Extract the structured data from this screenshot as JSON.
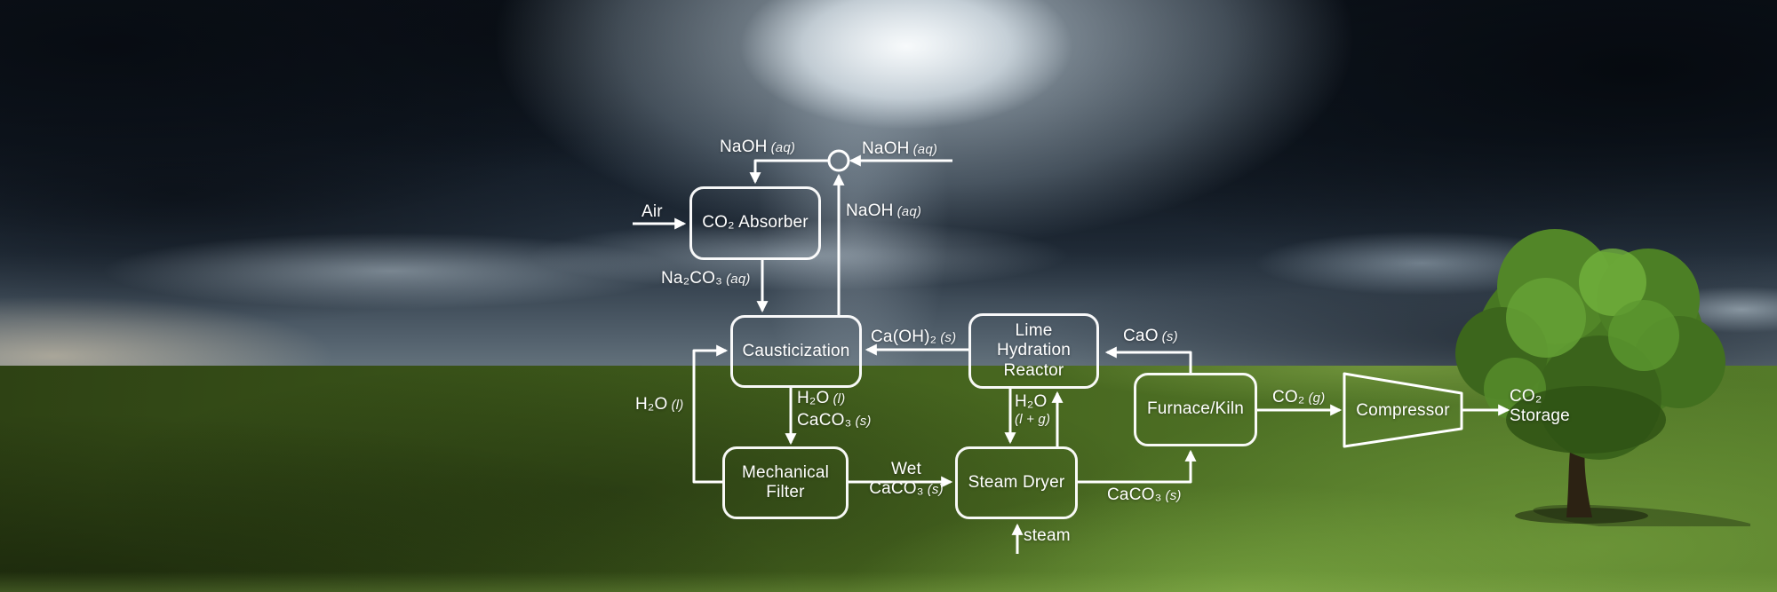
{
  "colors": {
    "diagram_stroke": "#ffffff",
    "sky_dark": "#10161f",
    "sky_glow": "#e9f2f8",
    "grass_dark": "#2e4214",
    "grass_light": "#76a53b"
  },
  "boxes": {
    "co2_absorber": {
      "label": "CO₂ Absorber"
    },
    "causticization": {
      "label": "Causticization"
    },
    "lime_hydration_reactor": {
      "line1": "Lime",
      "line2": "Hydration",
      "line3": "Reactor"
    },
    "mechanical_filter": {
      "line1": "Mechanical",
      "line2": "Filter"
    },
    "steam_dryer": {
      "label": "Steam Dryer"
    },
    "furnace_kiln": {
      "label": "Furnace/Kiln"
    },
    "compressor": {
      "label": "Compressor"
    }
  },
  "labels": {
    "air": {
      "text": "Air"
    },
    "naoh_top": {
      "formula": "NaOH",
      "state": "(aq)"
    },
    "naoh_makeup": {
      "formula": "NaOH",
      "state": "(aq)"
    },
    "naoh_recycle": {
      "formula": "NaOH",
      "state": "(aq)"
    },
    "na2co3": {
      "formula": "Na₂CO₃",
      "state": "(aq)"
    },
    "caoh2": {
      "formula": "Ca(OH)₂",
      "state": "(s)"
    },
    "cao": {
      "formula": "CaO",
      "state": "(s)"
    },
    "h2o_recycle": {
      "formula": "H₂O",
      "state": "(l)"
    },
    "h2o_caust": {
      "formula": "H₂O",
      "state": "(l)"
    },
    "caco3_caust": {
      "formula": "CaCO₃",
      "state": "(s)"
    },
    "h2o_dryer": {
      "formula": "H₂O",
      "state": "(l + g)"
    },
    "wet_caco3": {
      "line1": "Wet",
      "formula": "CaCO₃",
      "state": "(s)"
    },
    "caco3_dryer": {
      "formula": "CaCO₃",
      "state": "(s)"
    },
    "co2_gas": {
      "formula": "CO₂",
      "state": "(g)"
    },
    "steam": {
      "text": "steam"
    },
    "co2_storage": {
      "line1": "CO₂",
      "line2": "Storage"
    }
  }
}
